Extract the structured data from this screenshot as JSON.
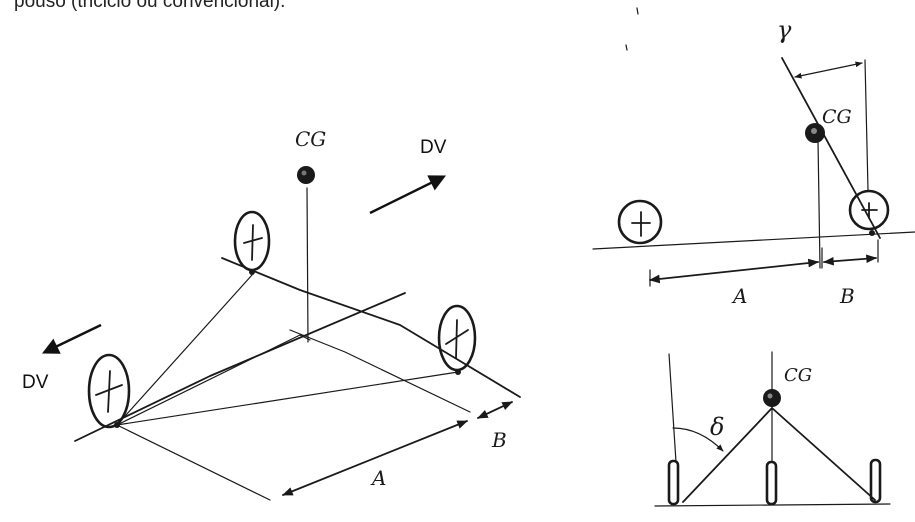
{
  "caption": "pouso (triciclo ou convencional).",
  "perspective": {
    "cg_label": "CG",
    "dv_label_right": "DV",
    "dv_label_left": "DV",
    "dim_a_label": "A",
    "dim_b_label": "B"
  },
  "side_view": {
    "cg_label": "CG",
    "angle_label": "γ",
    "dim_a_label": "A",
    "dim_b_label": "B"
  },
  "front_view": {
    "cg_label": "CG",
    "angle_label": "δ"
  }
}
